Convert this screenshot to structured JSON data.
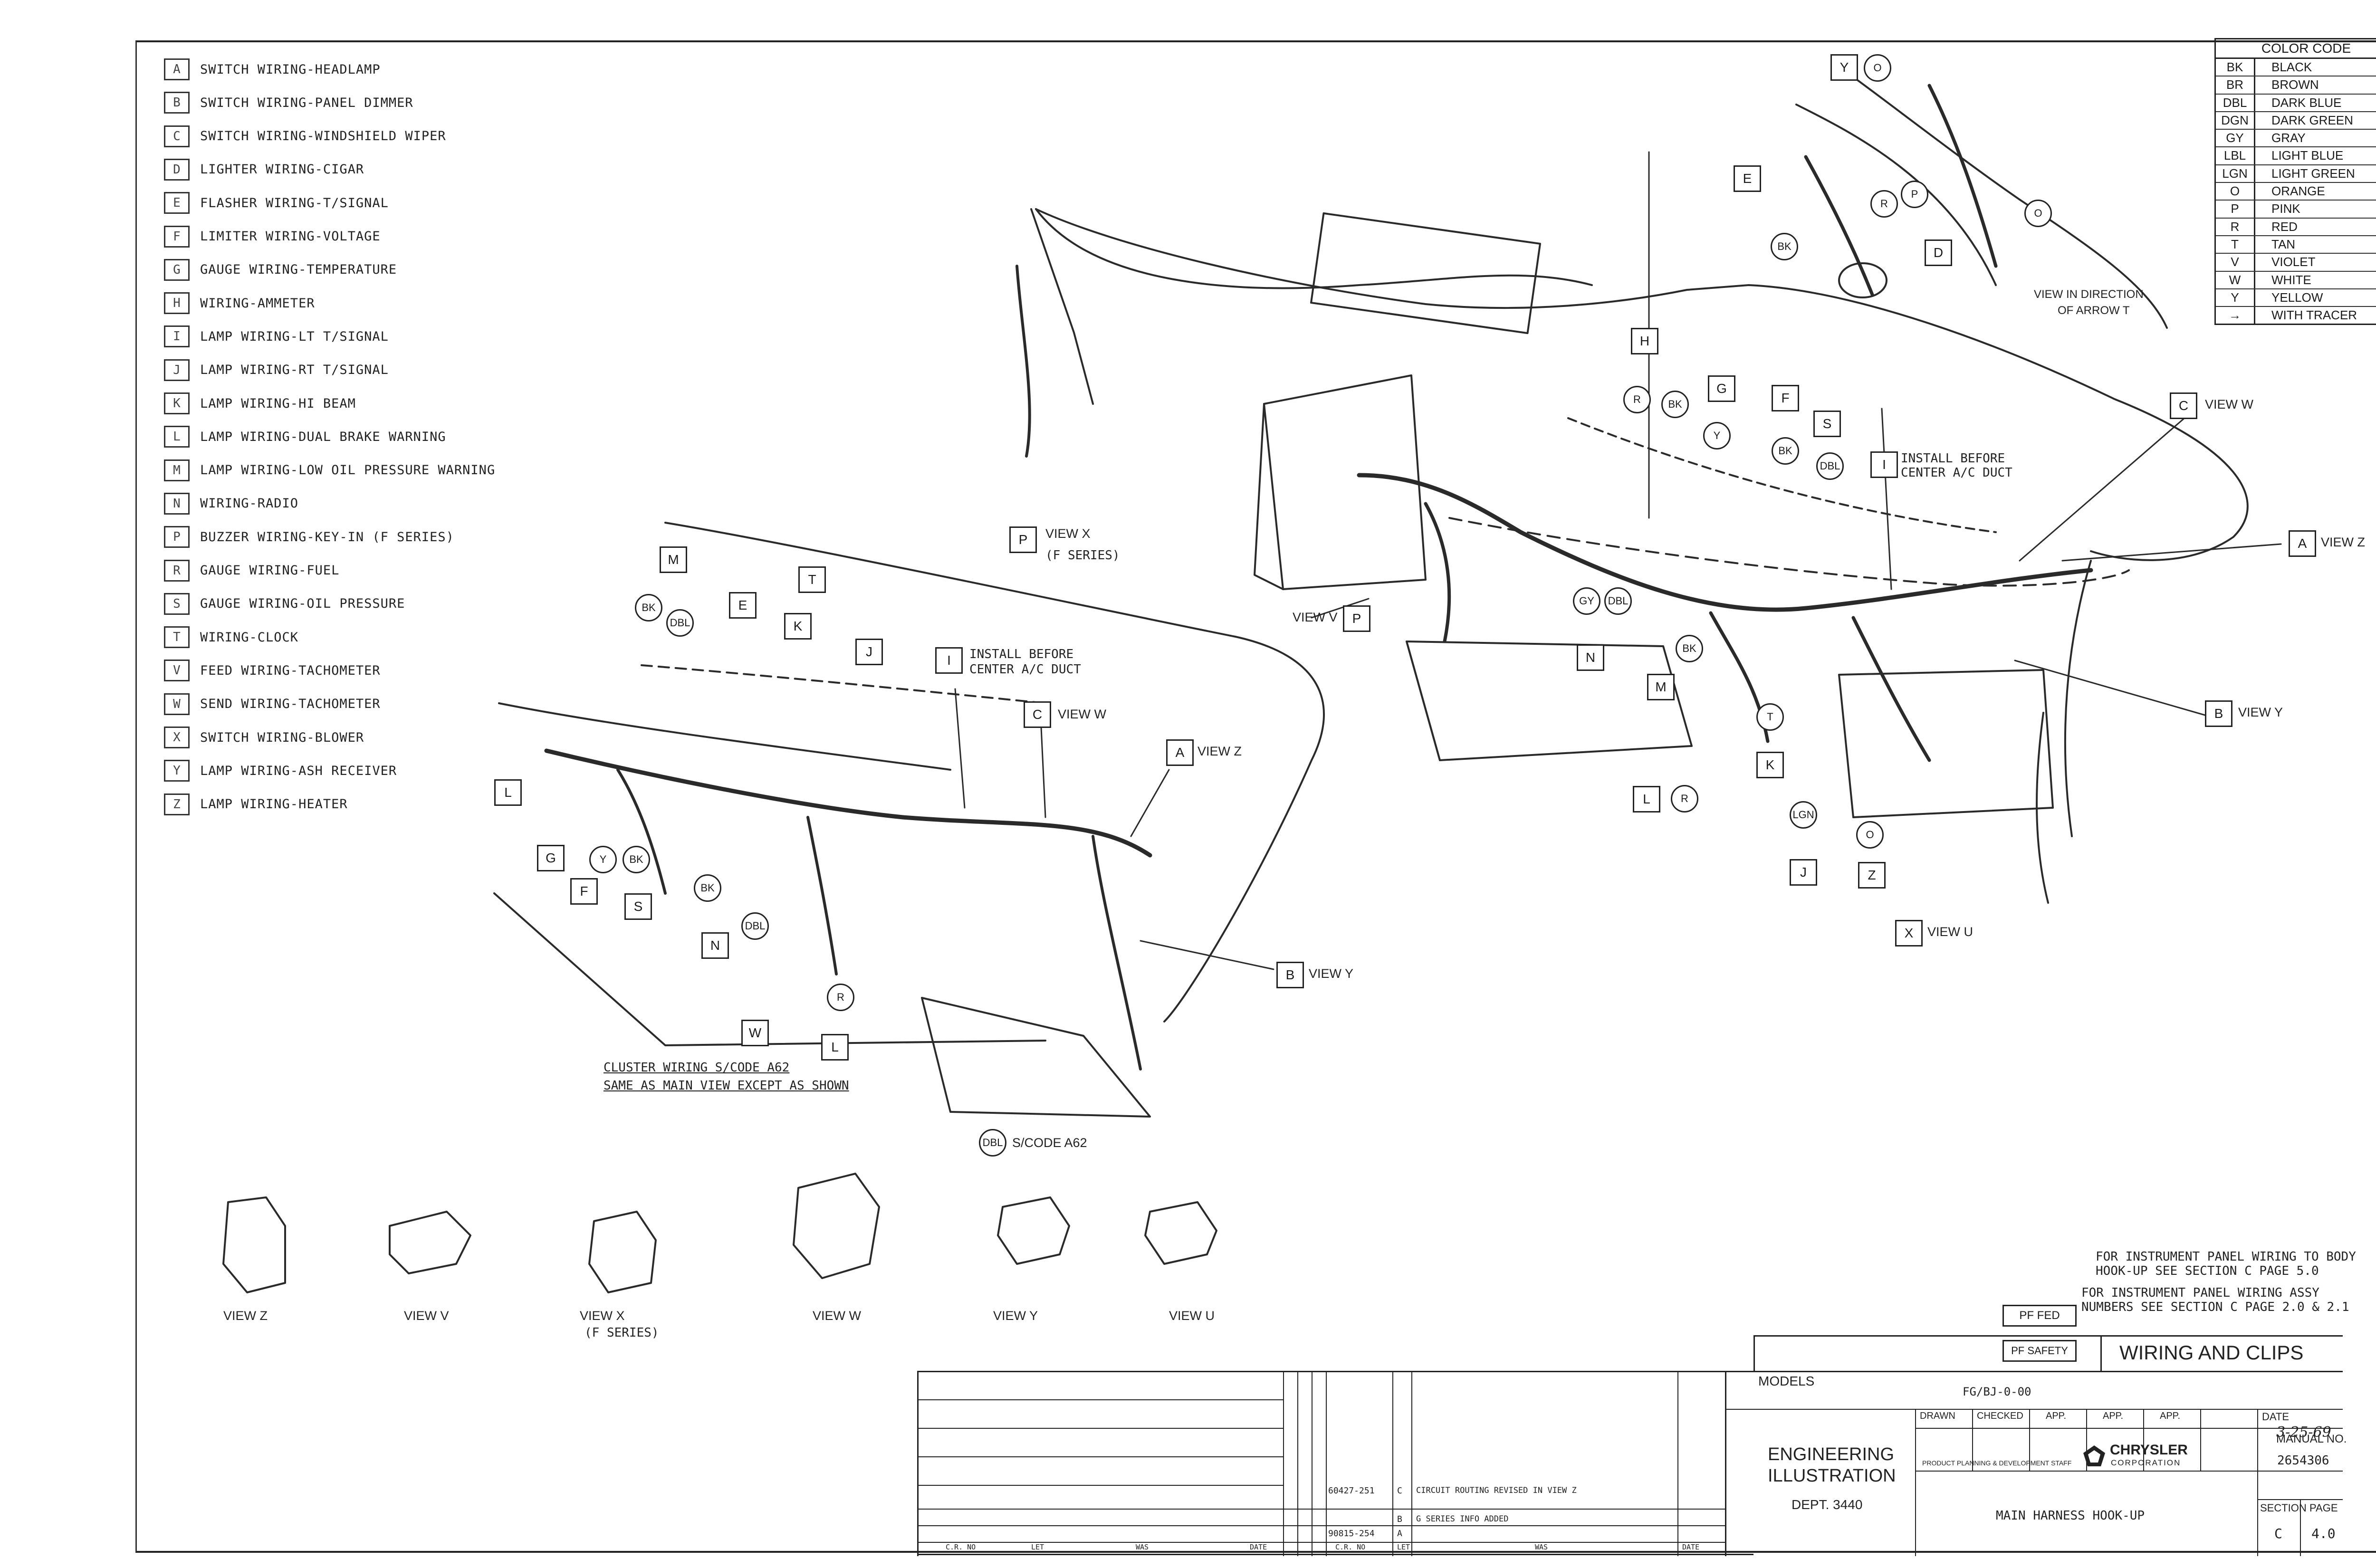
{
  "legend": [
    {
      "key": "A",
      "text": "SWITCH WIRING-HEADLAMP"
    },
    {
      "key": "B",
      "text": "SWITCH WIRING-PANEL DIMMER"
    },
    {
      "key": "C",
      "text": "SWITCH WIRING-WINDSHIELD WIPER"
    },
    {
      "key": "D",
      "text": "LIGHTER WIRING-CIGAR"
    },
    {
      "key": "E",
      "text": "FLASHER WIRING-T/SIGNAL"
    },
    {
      "key": "F",
      "text": "LIMITER WIRING-VOLTAGE"
    },
    {
      "key": "G",
      "text": "GAUGE WIRING-TEMPERATURE"
    },
    {
      "key": "H",
      "text": "WIRING-AMMETER"
    },
    {
      "key": "I",
      "text": "LAMP WIRING-LT T/SIGNAL"
    },
    {
      "key": "J",
      "text": "LAMP WIRING-RT T/SIGNAL"
    },
    {
      "key": "K",
      "text": "LAMP WIRING-HI BEAM"
    },
    {
      "key": "L",
      "text": "LAMP WIRING-DUAL BRAKE WARNING"
    },
    {
      "key": "M",
      "text": "LAMP WIRING-LOW OIL PRESSURE WARNING"
    },
    {
      "key": "N",
      "text": "WIRING-RADIO"
    },
    {
      "key": "P",
      "text": "BUZZER WIRING-KEY-IN (F SERIES)"
    },
    {
      "key": "R",
      "text": "GAUGE WIRING-FUEL"
    },
    {
      "key": "S",
      "text": "GAUGE WIRING-OIL PRESSURE"
    },
    {
      "key": "T",
      "text": "WIRING-CLOCK"
    },
    {
      "key": "V",
      "text": "FEED WIRING-TACHOMETER"
    },
    {
      "key": "W",
      "text": "SEND WIRING-TACHOMETER"
    },
    {
      "key": "X",
      "text": "SWITCH WIRING-BLOWER"
    },
    {
      "key": "Y",
      "text": "LAMP WIRING-ASH RECEIVER"
    },
    {
      "key": "Z",
      "text": "LAMP WIRING-HEATER"
    }
  ],
  "color_code": {
    "title": "COLOR CODE",
    "rows": [
      {
        "code": "BK",
        "name": "BLACK"
      },
      {
        "code": "BR",
        "name": "BROWN"
      },
      {
        "code": "DBL",
        "name": "DARK BLUE"
      },
      {
        "code": "DGN",
        "name": "DARK GREEN"
      },
      {
        "code": "GY",
        "name": "GRAY"
      },
      {
        "code": "LBL",
        "name": "LIGHT BLUE"
      },
      {
        "code": "LGN",
        "name": "LIGHT GREEN"
      },
      {
        "code": "O",
        "name": "ORANGE"
      },
      {
        "code": "P",
        "name": "PINK"
      },
      {
        "code": "R",
        "name": "RED"
      },
      {
        "code": "T",
        "name": "TAN"
      },
      {
        "code": "V",
        "name": "VIOLET"
      },
      {
        "code": "W",
        "name": "WHITE"
      },
      {
        "code": "Y",
        "name": "YELLOW"
      },
      {
        "code": "→",
        "name": "WITH TRACER"
      }
    ]
  },
  "labels": {
    "view_arrow_t": "VIEW IN DIRECTION",
    "view_arrow_t2": "OF ARROW T",
    "view_w": "VIEW W",
    "view_z": "VIEW Z",
    "view_y": "VIEW Y",
    "view_u": "VIEW U",
    "view_v": "VIEW V",
    "view_x": "VIEW X",
    "f_series": "(F SERIES)",
    "install_before_1": "INSTALL BEFORE",
    "install_before_2": "CENTER A/C DUCT",
    "cluster_1": "CLUSTER WIRING S/CODE A62",
    "cluster_2": "SAME AS MAIN VIEW EXCEPT AS SHOWN",
    "dbl_scode": "S/CODE A62",
    "bottom_view_z": "VIEW Z",
    "bottom_view_v": "VIEW V",
    "bottom_view_x": "VIEW X",
    "bottom_view_x2": "(F SERIES)",
    "bottom_view_w": "VIEW W",
    "bottom_view_y": "VIEW Y",
    "bottom_view_u": "VIEW U"
  },
  "notes": {
    "note1a": "FOR INSTRUMENT PANEL WIRING TO BODY",
    "note1b": "HOOK-UP SEE SECTION C PAGE 5.0",
    "note2a": "FOR INSTRUMENT PANEL WIRING ASSY",
    "note2b": "NUMBERS SEE SECTION C PAGE 2.0 & 2.1",
    "pf_fed": "PF FED",
    "pf_safety": "PF SAFETY"
  },
  "title_block": {
    "title": "WIRING AND CLIPS",
    "models_label": "MODELS",
    "models_value": "FG/BJ-0-00",
    "drawn": "DRAWN",
    "checked": "CHECKED",
    "app1": "APP.",
    "app2": "APP.",
    "app3": "APP.",
    "date_label": "DATE",
    "date_value": "3-25-69",
    "eng1": "ENGINEERING",
    "eng2": "ILLUSTRATION",
    "dept": "DEPT. 3440",
    "ppd": "PRODUCT PLANNING & DEVELOPMENT STAFF",
    "chrysler": "CHRYSLER",
    "corporation": "CORPORATION",
    "manual_label": "MANUAL NO.",
    "manual_value": "2654306",
    "desc": "MAIN HARNESS HOOK-UP",
    "section_label": "SECTION",
    "section_value": "C",
    "page_label": "PAGE",
    "page_value": "4.0",
    "rev_rows": [
      {
        "no": "60427-251",
        "ltr": "C",
        "text": "CIRCUIT ROUTING REVISED IN VIEW Z"
      },
      {
        "no": "",
        "ltr": "B",
        "text": "G SERIES INFO ADDED"
      },
      {
        "no": "90815-254",
        "ltr": "A",
        "text": ""
      }
    ],
    "col_heads": [
      "C.R. NO",
      "LET",
      "WAS",
      "DATE",
      "C.R. NO",
      "LET",
      "WAS",
      "DATE"
    ]
  }
}
